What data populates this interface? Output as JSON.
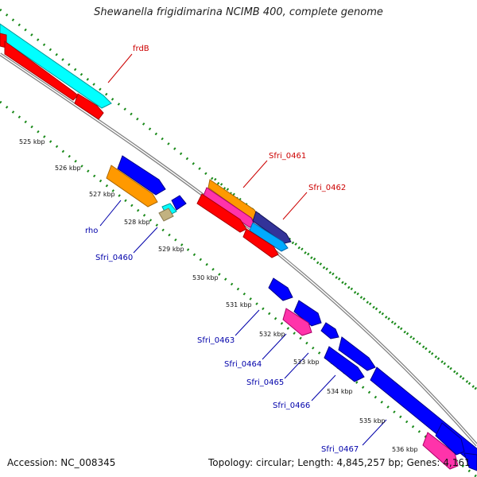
{
  "title": "Shewanella frigidimarina NCIMB 400, complete genome",
  "footer": {
    "accession": "Accession: NC_008345",
    "summary": "Topology: circular; Length: 4,845,257 bp; Genes: 4,161"
  },
  "scale_labels": [
    "525 kbp",
    "526 kbp",
    "527 kbp",
    "528 kbp",
    "529 kbp",
    "530 kbp",
    "531 kbp",
    "532 kbp",
    "533 kbp",
    "534 kbp",
    "535 kbp",
    "536 kbp"
  ],
  "gene_labels": [
    {
      "text": "frdB",
      "color": "#cc0000"
    },
    {
      "text": "Sfri_0461",
      "color": "#cc0000"
    },
    {
      "text": "Sfri_0462",
      "color": "#cc0000"
    },
    {
      "text": "rho",
      "color": "#0000aa"
    },
    {
      "text": "Sfri_0460",
      "color": "#0000aa"
    },
    {
      "text": "Sfri_0463",
      "color": "#0000aa"
    },
    {
      "text": "Sfri_0464",
      "color": "#0000aa"
    },
    {
      "text": "Sfri_0465",
      "color": "#0000aa"
    },
    {
      "text": "Sfri_0466",
      "color": "#0000aa"
    },
    {
      "text": "Sfri_0467",
      "color": "#0000aa"
    }
  ],
  "colors": {
    "backbone": "#808080",
    "forward_cds": "#ff0000",
    "reverse_cds": "#0000ff",
    "rrna_like": "#00ffff",
    "orange": "#ff9900",
    "pink": "#ff33aa",
    "navy": "#333399",
    "khaki": "#c2b280",
    "dotted": "#1a8a1a"
  }
}
